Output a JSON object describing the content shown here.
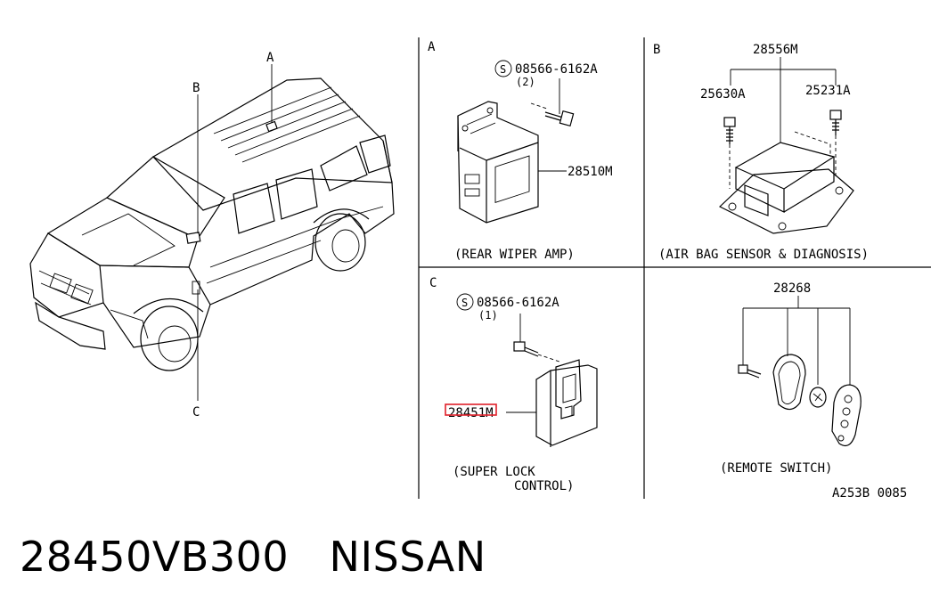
{
  "footer": {
    "part_number": "28450VB300",
    "brand": "NISSAN"
  },
  "vehicle_callouts": {
    "a": "A",
    "b": "B",
    "c": "C"
  },
  "panels": {
    "a": {
      "letter": "A",
      "bolt_symbol": "S",
      "bolt_part": "08566-6162A",
      "bolt_qty": "(2)",
      "part": "28510M",
      "caption": "(REAR WIPER AMP)"
    },
    "b": {
      "letter": "B",
      "part_top": "28556M",
      "bolt_left": "25630A",
      "bolt_right": "25231A",
      "caption": "(AIR BAG SENSOR & DIAGNOSIS)"
    },
    "c": {
      "letter": "C",
      "bolt_symbol": "S",
      "bolt_part": "08566-6162A",
      "bolt_qty": "(1)",
      "part": "28451M",
      "caption_line1": "(SUPER LOCK",
      "caption_line2": "CONTROL)"
    },
    "d": {
      "part": "28268",
      "caption": "(REMOTE SWITCH)",
      "drawing_ref": "A253B 0085"
    }
  },
  "highlight": {
    "color": "#e0202a"
  }
}
